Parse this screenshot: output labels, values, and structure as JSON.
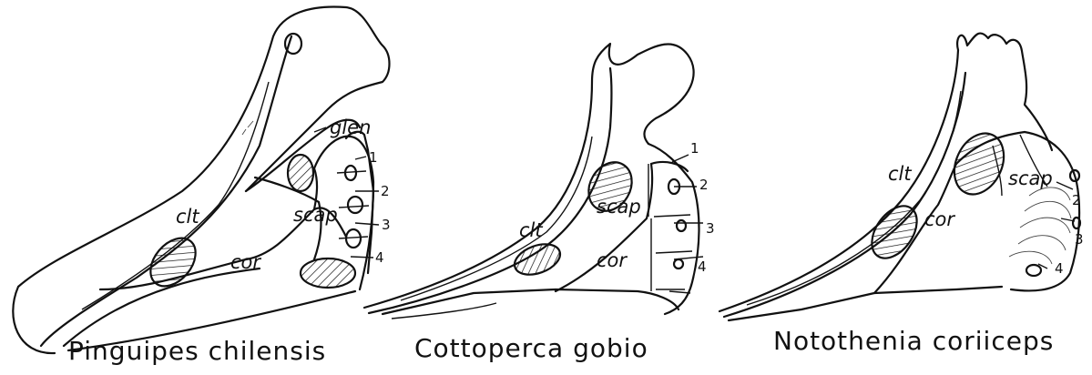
{
  "figures": [
    {
      "caption": "Pinguipes chilensis",
      "labels": {
        "glen": "glen",
        "clt": "clt",
        "scap": "scap",
        "cor": "cor"
      },
      "radials": [
        "1",
        "2",
        "3",
        "4"
      ]
    },
    {
      "caption": "Cottoperca gobio",
      "labels": {
        "clt": "clt",
        "scap": "scap",
        "cor": "cor"
      },
      "radials": [
        "1",
        "2",
        "3",
        "4"
      ]
    },
    {
      "caption": "Notothenia coriiceps",
      "labels": {
        "clt": "clt",
        "scap": "scap",
        "cor": "cor"
      },
      "radials": [
        "2",
        "3",
        "4"
      ]
    }
  ]
}
